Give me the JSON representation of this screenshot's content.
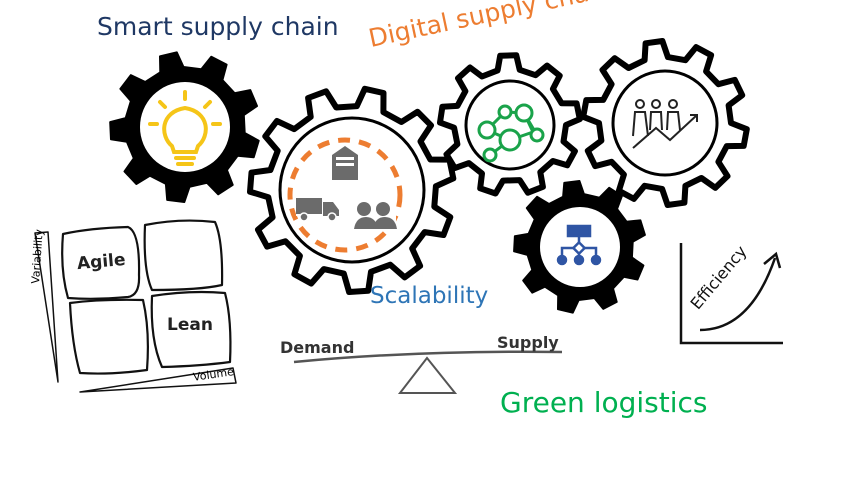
{
  "titles": {
    "smart": "Smart supply chain",
    "digital": "Digital supply chain",
    "scalability": "Scalability",
    "green": "Green logistics"
  },
  "matrix": {
    "y_axis": "Variability",
    "x_axis": "Volume",
    "quadrants": [
      "Agile",
      "",
      "",
      "Lean"
    ]
  },
  "balance": {
    "left": "Demand",
    "right": "Supply"
  },
  "efficiency": {
    "label": "Efficiency"
  },
  "icons": [
    "lightbulb-icon",
    "warehouse-truck-people-cycle-icon",
    "network-people-icon",
    "people-growth-icon",
    "hierarchy-icon"
  ],
  "colors": {
    "smart": "#1f3864",
    "digital": "#ed7d31",
    "scalability": "#2e75b6",
    "green": "#00b050",
    "bulb": "#f5c518",
    "network": "#1aa34a",
    "hierarchy": "#2f55a4",
    "gray": "#6b6b6b"
  }
}
